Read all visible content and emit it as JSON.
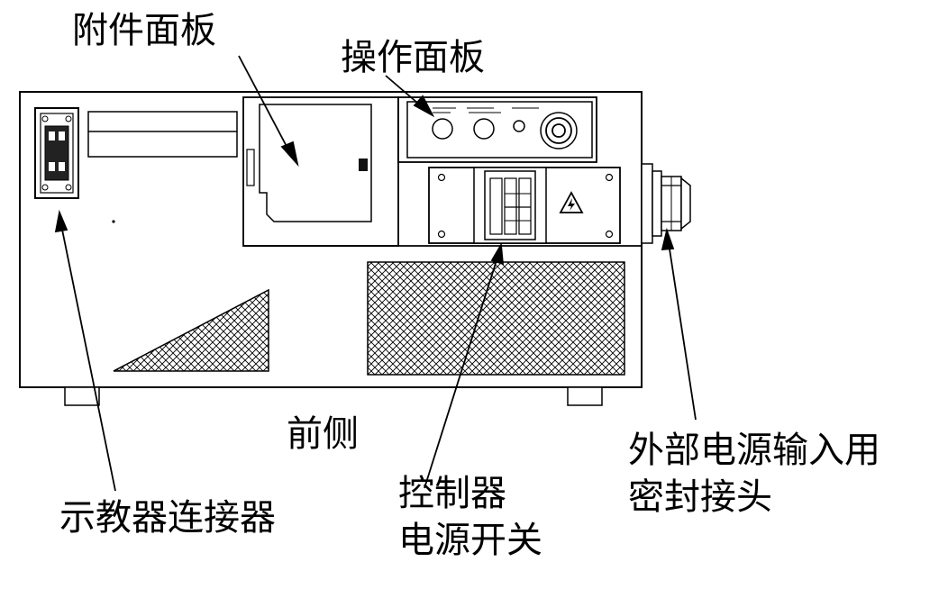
{
  "labels": {
    "accessory_panel": "附件面板",
    "operation_panel": "操作面板",
    "front_side": "前侧",
    "pendant_connector": "示教器连接器",
    "power_switch_line1": "控制器",
    "power_switch_line2": "电源开关",
    "seal_line1": "外部电源输入用",
    "seal_line2": "密封接头"
  },
  "colors": {
    "line": "#000000",
    "background": "#ffffff"
  },
  "icons": {
    "warning": "high-voltage-warning-icon"
  }
}
